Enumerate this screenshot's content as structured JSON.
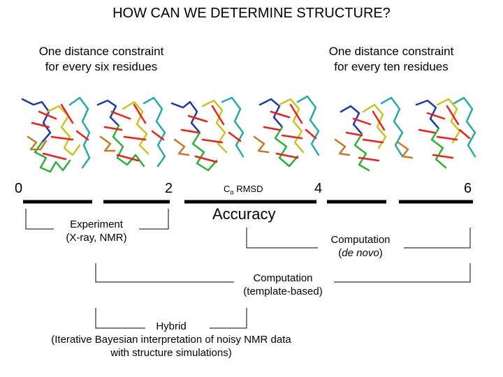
{
  "title": "HOW CAN WE DETERMINE STRUCTURE?",
  "left_label": [
    "One distance constraint",
    "for every six residues"
  ],
  "right_label": [
    "One distance constraint",
    "for every ten residues"
  ],
  "axis": {
    "ticks": [
      "0",
      "2",
      "4",
      "6"
    ],
    "rmsd_label": "RMSD",
    "rmsd_symbol": "C",
    "rmsd_sub": "α",
    "accuracy_label": "Accuracy"
  },
  "ranges": {
    "experiment": [
      "Experiment",
      "(X-ray, NMR)"
    ],
    "denovo": [
      "Computation",
      "(de novo)"
    ],
    "denovo_paren_open": "(",
    "denovo_italic": "de novo",
    "denovo_paren_close": ")",
    "template": [
      "Computation",
      "(template-based)"
    ],
    "hybrid": [
      "Hybrid",
      "(Iterative Bayesian interpretation of noisy NMR data",
      "with structure simulations)"
    ]
  },
  "colors": {
    "constraint": "#e8221b",
    "blue": "#1f3a9e",
    "yellow": "#c9c326",
    "green": "#2fae3a",
    "teal": "#2aa8a0",
    "orange": "#c07a2a"
  }
}
